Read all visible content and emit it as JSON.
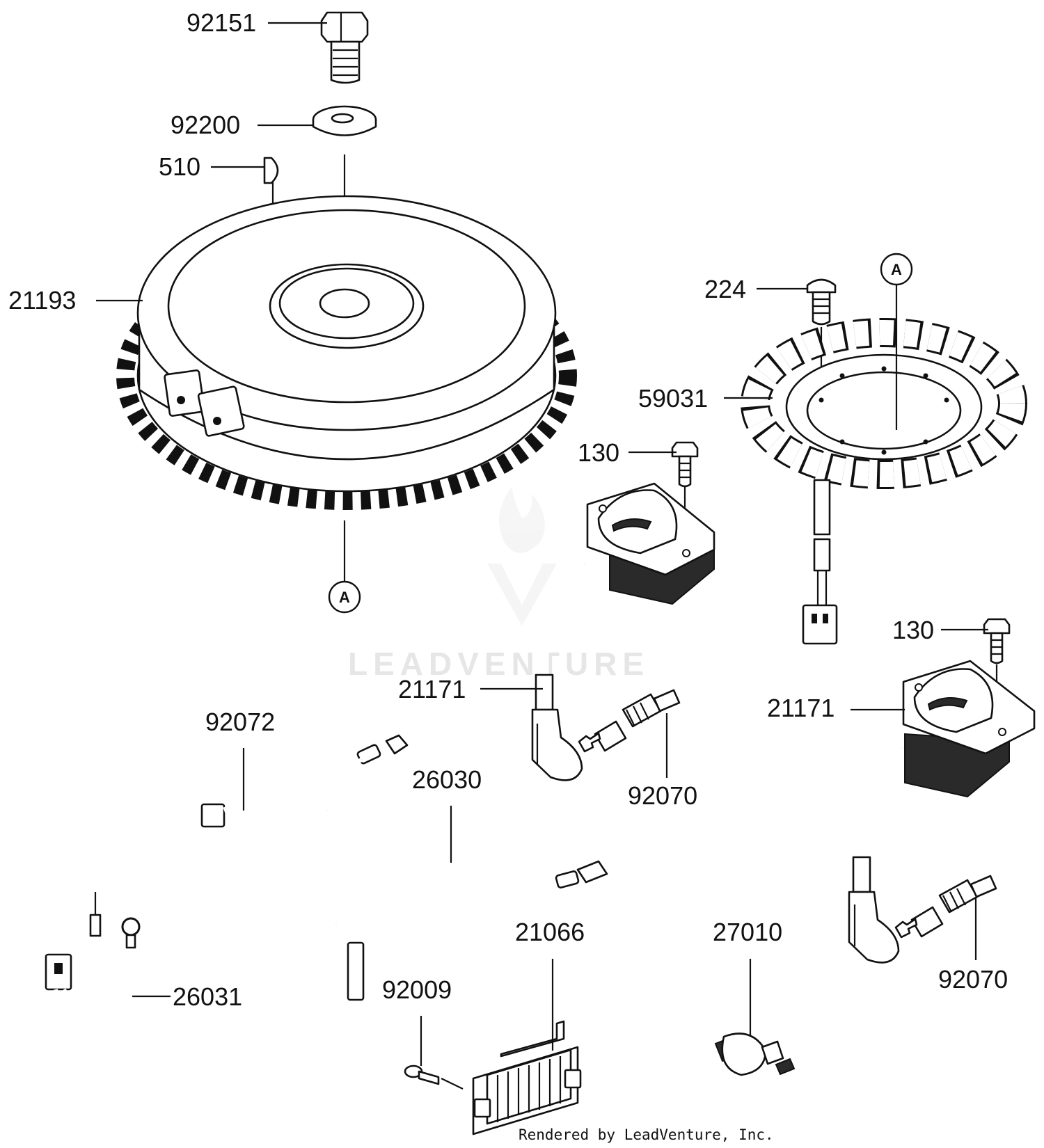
{
  "diagram": {
    "part_numbers": {
      "bolt_top": "92151",
      "washer": "92200",
      "key": "510",
      "flywheel": "21193",
      "bolt_stator": "224",
      "stator": "59031",
      "bolt_coil_left": "130",
      "coil_left": "21171",
      "bolt_coil_right": "130",
      "coil_right": "21171",
      "spark_plug_left": "92070",
      "spark_plug_right": "92070",
      "clamp": "92072",
      "lead_wire": "26030",
      "harness": "26031",
      "regulator": "21066",
      "screw_regulator": "92009",
      "oil_switch": "27010"
    },
    "reference_marks": {
      "flywheel_a": "A",
      "stator_a": "A"
    },
    "watermark": "LEADVENTURE",
    "credit": "Rendered by LeadVenture, Inc."
  }
}
